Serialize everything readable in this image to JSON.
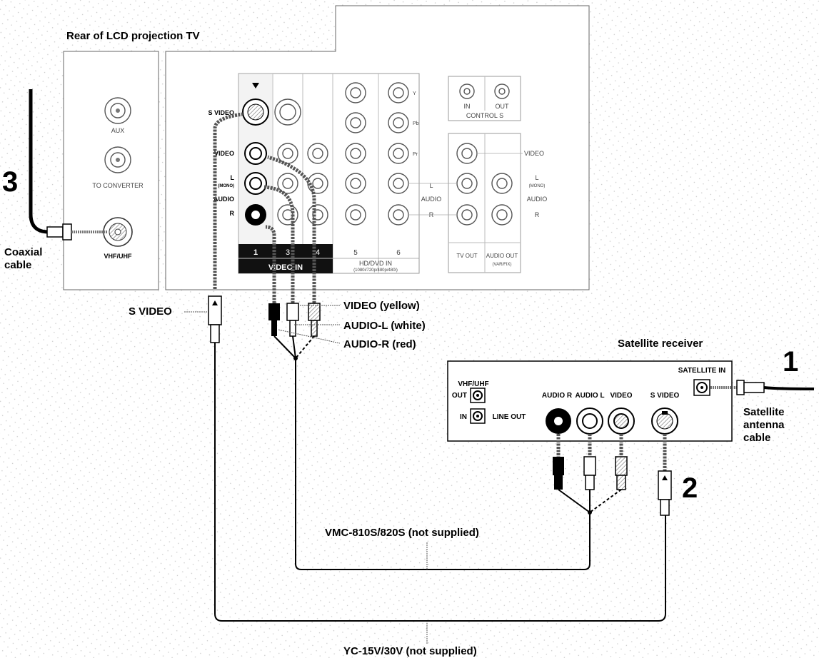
{
  "tv": {
    "title": "Rear of LCD projection TV",
    "antenna_jacks": {
      "aux": "AUX",
      "to_converter": "TO CONVERTER",
      "vhf_uhf": "VHF/UHF"
    },
    "row_labels": {
      "s_video": "S VIDEO",
      "video": "VIDEO",
      "l_mono": "L",
      "mono_sub": "(MONO)",
      "audio": "AUDIO",
      "r": "R"
    },
    "component_labels": {
      "y": "Y",
      "pb": "Pb",
      "pr": "Pr"
    },
    "video_in_columns": [
      "1",
      "3",
      "4"
    ],
    "hd_columns": [
      "5",
      "6"
    ],
    "video_in_label": "VIDEO IN",
    "hd_dvd_in_label": "HD/DVD IN",
    "hd_dvd_sub": "(1080i/720p/480p/480i)",
    "control_s": {
      "in": "IN",
      "out": "OUT",
      "label": "CONTROL S"
    },
    "right_labels": {
      "video": "VIDEO",
      "l_mono": "L",
      "mono_sub": "(MONO)",
      "audio": "AUDIO",
      "r": "R",
      "l_mid": "L",
      "audio_mid": "AUDIO",
      "r_mid": "R"
    },
    "tv_out": "TV OUT",
    "audio_out": "AUDIO OUT",
    "audio_out_sub": "(VAR/FIX)"
  },
  "receiver": {
    "title": "Satellite receiver",
    "vhf_uhf": "VHF/UHF",
    "out": "OUT",
    "in": "IN",
    "line_out": "LINE OUT",
    "audio_r": "AUDIO R",
    "audio_l": "AUDIO L",
    "video": "VIDEO",
    "s_video": "S VIDEO",
    "satellite_in": "SATELLITE IN"
  },
  "callouts": {
    "coaxial_1": "Coaxial",
    "coaxial_2": "cable",
    "s_video": "S VIDEO",
    "video_yellow": "VIDEO (yellow)",
    "audio_l_white": "AUDIO-L (white)",
    "audio_r_red": "AUDIO-R (red)",
    "satellite_1": "Satellite",
    "satellite_2": "antenna",
    "satellite_3": "cable",
    "vmc_cable": "VMC-810S/820S (not supplied)",
    "yc_cable": "YC-15V/30V (not supplied)"
  },
  "steps": {
    "step1": "1",
    "step2": "2",
    "step3": "3"
  }
}
